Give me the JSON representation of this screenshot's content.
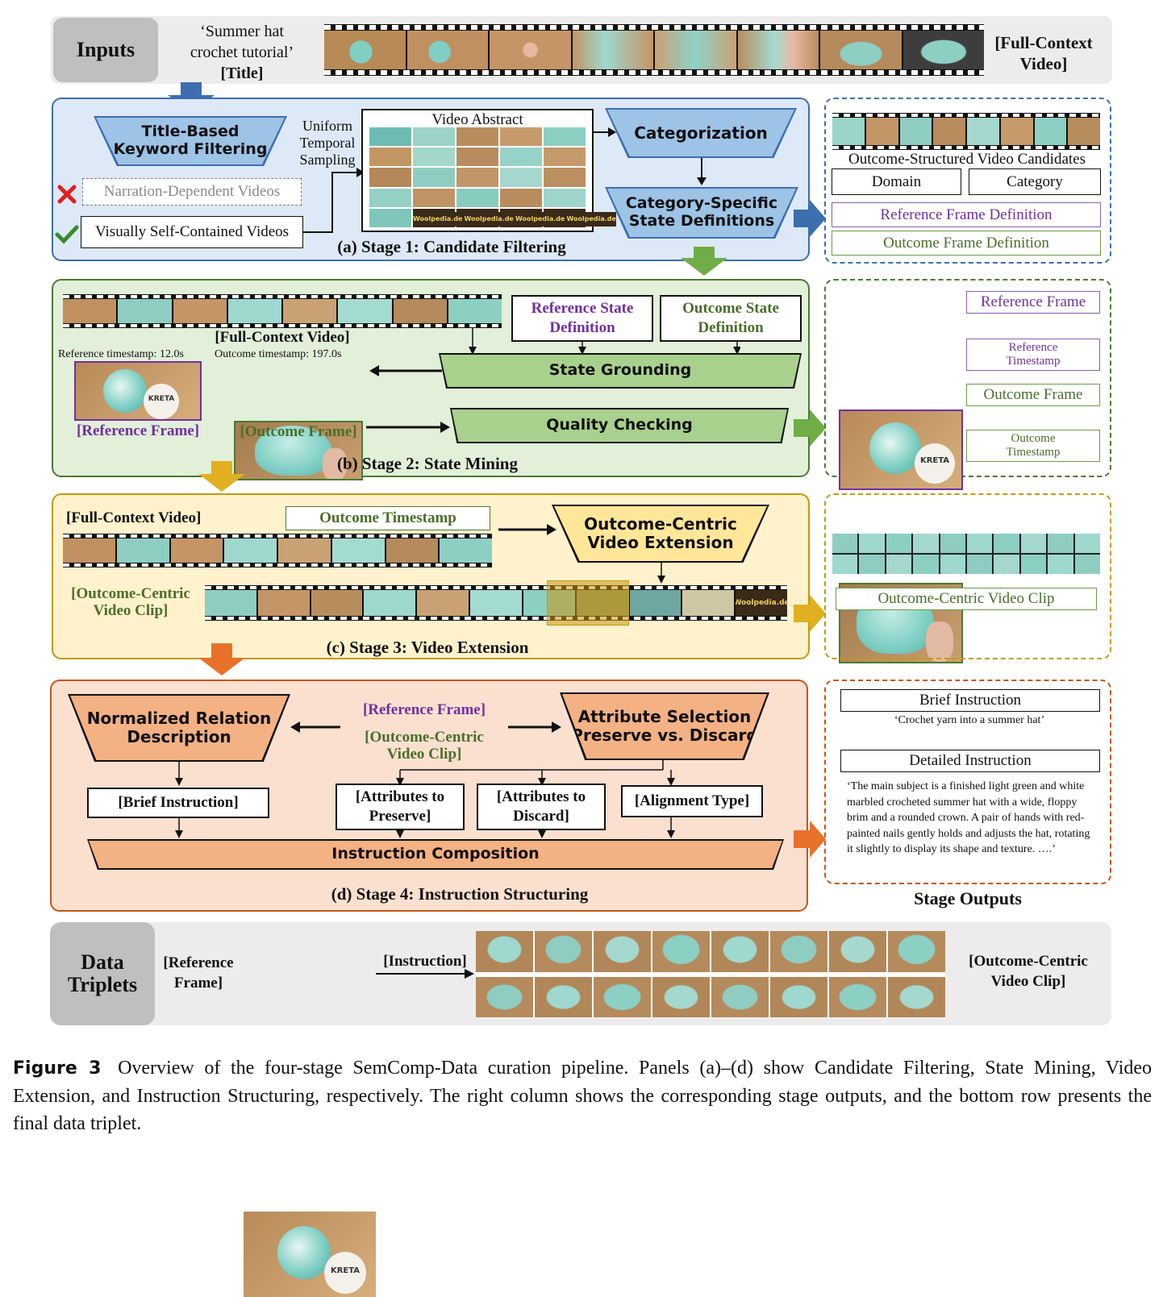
{
  "colors": {
    "blue_fill": "#dde9f6",
    "blue_border": "#3d6eb0",
    "blue_trap": "#9dc3e6",
    "green_fill": "#e2efd9",
    "green_border": "#4a7a32",
    "green_trap": "#a9d18e",
    "yellow_fill": "#fff2cc",
    "yellow_border": "#c49a10",
    "yellow_trap": "#ffe699",
    "orange_fill": "#fbe0d0",
    "orange_border": "#c5561a",
    "orange_trap": "#f4b183",
    "purple_text": "#7030a0",
    "green_text": "#4a6e2a",
    "gray_band": "#ececec",
    "gray_box": "#bfbfbf"
  },
  "inputs": {
    "label": "Inputs",
    "title_quote_1": "‘Summer hat",
    "title_quote_2": "crochet tutorial’",
    "title_tag": "[Title]",
    "video_tag_1": "[Full-Context",
    "video_tag_2": "Video]"
  },
  "stage1": {
    "keyword_1": "Title-Based",
    "keyword_2": "Keyword Filtering",
    "narration": "Narration-Dependent Videos",
    "visual": "Visually Self-Contained Videos",
    "uniform_1": "Uniform",
    "uniform_2": "Temporal",
    "uniform_3": "Sampling",
    "abstract": "Video Abstract",
    "categorization": "Categorization",
    "statedef_1": "Category-Specific",
    "statedef_2": "State Definitions",
    "caption": "(a) Stage 1: Candidate Filtering"
  },
  "out1": {
    "title": "Outcome-Structured Video Candidates",
    "domain": "Domain",
    "category": "Category",
    "ref_def": "Reference Frame Definition",
    "out_def": "Outcome Frame Definition"
  },
  "stage2": {
    "full_video": "[Full-Context Video]",
    "ref_state_1": "Reference State",
    "ref_state_2": "Definition",
    "out_state_1": "Outcome State",
    "out_state_2": "Definition",
    "ref_ts": "Reference timestamp: 12.0s",
    "out_ts": "Outcome timestamp: 197.0s",
    "grounding": "State Grounding",
    "quality": "Quality Checking",
    "ref_frame": "[Reference Frame]",
    "out_frame": "[Outcome Frame]",
    "caption": "(b) Stage 2: State Mining"
  },
  "out2": {
    "ref_frame": "Reference Frame",
    "ref_ts_1": "Reference",
    "ref_ts_2": "Timestamp",
    "out_frame": "Outcome Frame",
    "out_ts_1": "Outcome",
    "out_ts_2": "Timestamp"
  },
  "stage3": {
    "full_video": "[Full-Context Video]",
    "out_ts": "Outcome Timestamp",
    "extension_1": "Outcome-Centric",
    "extension_2": "Video Extension",
    "clip_1": "[Outcome-Centric",
    "clip_2": "Video Clip]",
    "caption": "(c) Stage 3: Video Extension"
  },
  "out3": {
    "clip": "Outcome-Centric Video Clip"
  },
  "stage4": {
    "relation_1": "Normalized Relation",
    "relation_2": "Description",
    "ref_frame": "[Reference Frame]",
    "clip_1": "[Outcome-Centric",
    "clip_2": "Video Clip]",
    "attr_sel_1": "Attribute Selection",
    "attr_sel_2": "(Preserve vs. Discard)",
    "brief": "[Brief Instruction]",
    "preserve_1": "[Attributes to",
    "preserve_2": "Preserve]",
    "discard_1": "[Attributes to",
    "discard_2": "Discard]",
    "alignment": "[Alignment Type]",
    "composition": "Instruction Composition",
    "caption": "(d) Stage 4: Instruction Structuring"
  },
  "out4": {
    "brief_label": "Brief Instruction",
    "brief_text": "‘Crochet yarn into a summer hat’",
    "detailed_label": "Detailed Instruction",
    "detailed_text": "‘The main subject is a finished light green and white marbled crocheted summer hat with a wide, floppy brim and a rounded crown. A pair of hands with red-painted nails gently holds and adjusts the hat, rotating it slightly to display its shape and texture. ….’",
    "stage_outputs": "Stage Outputs"
  },
  "triplets": {
    "label_1": "Data",
    "label_2": "Triplets",
    "ref_1": "[Reference",
    "ref_2": "Frame]",
    "instruction": "[Instruction]",
    "clip_1": "[Outcome-Centric",
    "clip_2": "Video Clip]"
  },
  "image_text": {
    "kreta": "KRETA",
    "woolpedia": "Woolpedia.de"
  },
  "caption": {
    "label": "Figure 3",
    "text": "Overview of the four-stage SemComp-Data curation pipeline. Panels (a)–(d) show Candidate Filtering, State Mining, Video Extension, and Instruction Structuring, respectively. The right column shows the corresponding stage outputs, and the bottom row presents the final data triplet."
  }
}
